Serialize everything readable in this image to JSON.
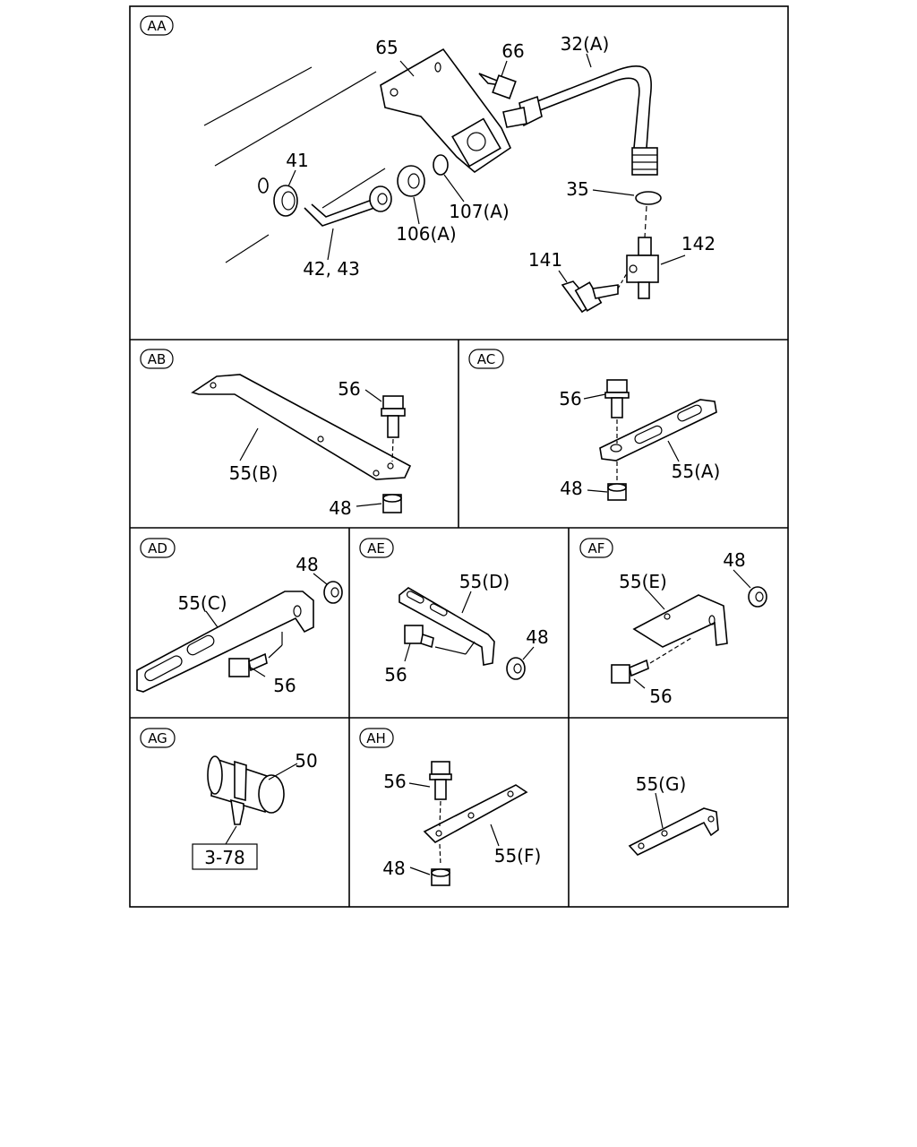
{
  "panels": [
    {
      "id": "AA",
      "labels": [
        "65",
        "66",
        "32(A)",
        "41",
        "35",
        "107(A)",
        "106(A)",
        "42, 43",
        "142",
        "141"
      ]
    },
    {
      "id": "AB",
      "labels": [
        "56",
        "55(B)",
        "48"
      ]
    },
    {
      "id": "AC",
      "labels": [
        "56",
        "55(A)",
        "48"
      ]
    },
    {
      "id": "AD",
      "labels": [
        "48",
        "55(C)",
        "56"
      ]
    },
    {
      "id": "AE",
      "labels": [
        "55(D)",
        "48",
        "56"
      ]
    },
    {
      "id": "AF",
      "labels": [
        "55(E)",
        "48",
        "56"
      ]
    },
    {
      "id": "AG",
      "labels": [
        "50",
        "3-78"
      ]
    },
    {
      "id": "AH",
      "labels": [
        "56",
        "55(F)",
        "48"
      ]
    },
    {
      "id": "",
      "labels": [
        "55(G)"
      ]
    }
  ]
}
